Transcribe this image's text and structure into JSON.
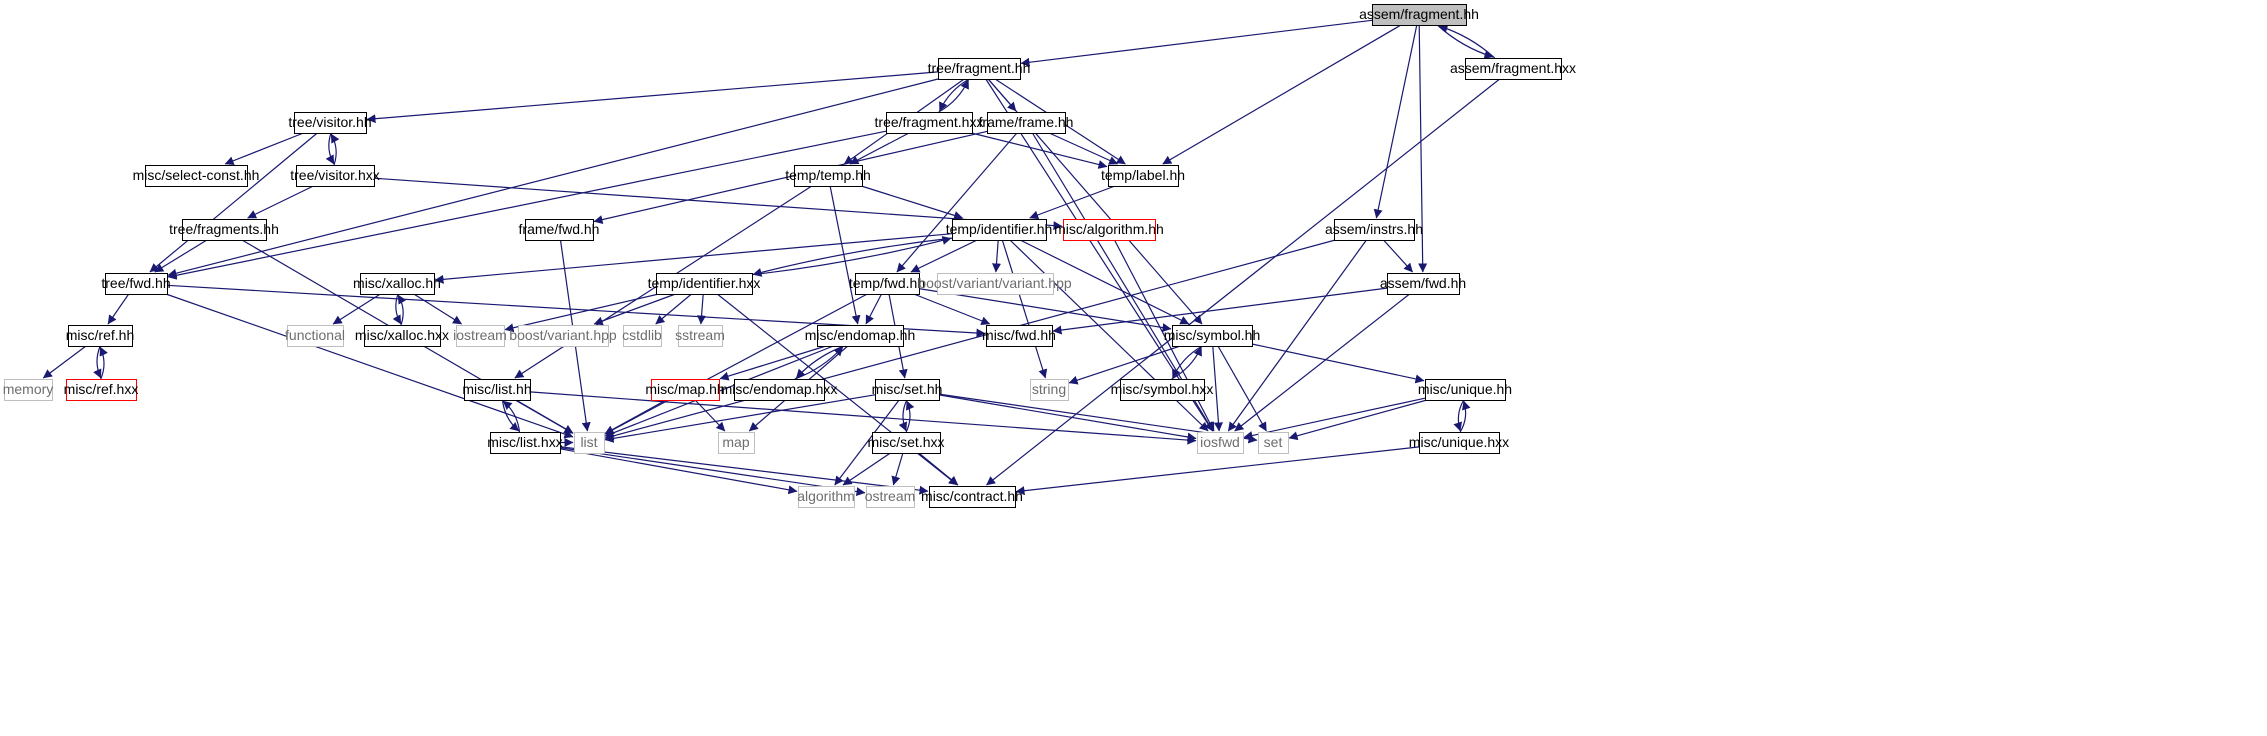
{
  "graph": {
    "colors": {
      "edge": "#191970",
      "node_border": "#000000",
      "node_fill": "#ffffff",
      "root_fill": "#bfbfbf",
      "external_border": "#bfbfbf",
      "external_text": "#6e6e6e",
      "truncated_border": "#ff0000",
      "text": "#000000"
    },
    "nodes": [
      {
        "id": "n_assem_fragment_hh",
        "label": "assem/fragment.hh",
        "kind": "root"
      },
      {
        "id": "n_tree_fragment_hh",
        "label": "tree/fragment.hh",
        "kind": "file"
      },
      {
        "id": "n_assem_fragment_hxx",
        "label": "assem/fragment.hxx",
        "kind": "file"
      },
      {
        "id": "n_tree_visitor_hh",
        "label": "tree/visitor.hh",
        "kind": "file"
      },
      {
        "id": "n_tree_fragment_hxx",
        "label": "tree/fragment.hxx",
        "kind": "file"
      },
      {
        "id": "n_frame_frame_hh",
        "label": "frame/frame.hh",
        "kind": "file"
      },
      {
        "id": "n_misc_select_const_hh",
        "label": "misc/select-const.hh",
        "kind": "file"
      },
      {
        "id": "n_tree_visitor_hxx",
        "label": "tree/visitor.hxx",
        "kind": "file"
      },
      {
        "id": "n_temp_temp_hh",
        "label": "temp/temp.hh",
        "kind": "file"
      },
      {
        "id": "n_temp_label_hh",
        "label": "temp/label.hh",
        "kind": "file"
      },
      {
        "id": "n_tree_fragments_hh",
        "label": "tree/fragments.hh",
        "kind": "file"
      },
      {
        "id": "n_frame_fwd_hh",
        "label": "frame/fwd.hh",
        "kind": "file"
      },
      {
        "id": "n_temp_identifier_hh",
        "label": "temp/identifier.hh",
        "kind": "file"
      },
      {
        "id": "n_misc_algorithm_hh",
        "label": "misc/algorithm.hh",
        "kind": "truncated"
      },
      {
        "id": "n_assem_instrs_hh",
        "label": "assem/instrs.hh",
        "kind": "file"
      },
      {
        "id": "n_tree_fwd_hh",
        "label": "tree/fwd.hh",
        "kind": "file"
      },
      {
        "id": "n_misc_xalloc_hh",
        "label": "misc/xalloc.hh",
        "kind": "file"
      },
      {
        "id": "n_temp_identifier_hxx",
        "label": "temp/identifier.hxx",
        "kind": "file"
      },
      {
        "id": "n_temp_fwd_hh",
        "label": "temp/fwd.hh",
        "kind": "file"
      },
      {
        "id": "n_boost_variant_variant_hpp",
        "label": "boost/variant/variant.hpp",
        "kind": "external"
      },
      {
        "id": "n_assem_fwd_hh",
        "label": "assem/fwd.hh",
        "kind": "file"
      },
      {
        "id": "n_misc_ref_hh",
        "label": "misc/ref.hh",
        "kind": "file"
      },
      {
        "id": "n_functional",
        "label": "functional",
        "kind": "external"
      },
      {
        "id": "n_misc_xalloc_hxx",
        "label": "misc/xalloc.hxx",
        "kind": "file"
      },
      {
        "id": "n_iostream",
        "label": "iostream",
        "kind": "external"
      },
      {
        "id": "n_boost_variant_hpp",
        "label": "boost/variant.hpp",
        "kind": "external"
      },
      {
        "id": "n_cstdlib",
        "label": "cstdlib",
        "kind": "external"
      },
      {
        "id": "n_sstream",
        "label": "sstream",
        "kind": "external"
      },
      {
        "id": "n_misc_fwd_hh",
        "label": "misc/fwd.hh",
        "kind": "file"
      },
      {
        "id": "n_misc_symbol_hh",
        "label": "misc/symbol.hh",
        "kind": "file"
      },
      {
        "id": "n_misc_endomap_hh",
        "label": "misc/endomap.hh",
        "kind": "file"
      },
      {
        "id": "n_memory",
        "label": "memory",
        "kind": "external"
      },
      {
        "id": "n_misc_ref_hxx",
        "label": "misc/ref.hxx",
        "kind": "truncated"
      },
      {
        "id": "n_misc_list_hh",
        "label": "misc/list.hh",
        "kind": "file"
      },
      {
        "id": "n_misc_map_hh",
        "label": "misc/map.hh",
        "kind": "truncated"
      },
      {
        "id": "n_misc_endomap_hxx",
        "label": "misc/endomap.hxx",
        "kind": "file"
      },
      {
        "id": "n_misc_set_hh",
        "label": "misc/set.hh",
        "kind": "file"
      },
      {
        "id": "n_string",
        "label": "string",
        "kind": "external"
      },
      {
        "id": "n_misc_symbol_hxx",
        "label": "misc/symbol.hxx",
        "kind": "file"
      },
      {
        "id": "n_misc_unique_hh",
        "label": "misc/unique.hh",
        "kind": "file"
      },
      {
        "id": "n_list",
        "label": "list",
        "kind": "external"
      },
      {
        "id": "n_map",
        "label": "map",
        "kind": "external"
      },
      {
        "id": "n_iosfwd",
        "label": "iosfwd",
        "kind": "external"
      },
      {
        "id": "n_set",
        "label": "set",
        "kind": "external"
      },
      {
        "id": "n_misc_list_hxx",
        "label": "misc/list.hxx",
        "kind": "file"
      },
      {
        "id": "n_misc_set_hxx",
        "label": "misc/set.hxx",
        "kind": "file"
      },
      {
        "id": "n_misc_unique_hxx",
        "label": "misc/unique.hxx",
        "kind": "file"
      },
      {
        "id": "n_algorithm",
        "label": "algorithm",
        "kind": "external"
      },
      {
        "id": "n_ostream",
        "label": "ostream",
        "kind": "external"
      },
      {
        "id": "n_misc_contract_hh",
        "label": "misc/contract.hh",
        "kind": "file"
      }
    ],
    "edges": [
      [
        "n_assem_fragment_hh",
        "n_tree_fragment_hh"
      ],
      [
        "n_assem_fragment_hh",
        "n_assem_fragment_hxx"
      ],
      [
        "n_assem_fragment_hxx",
        "n_assem_fragment_hh"
      ],
      [
        "n_assem_fragment_hh",
        "n_temp_label_hh"
      ],
      [
        "n_assem_fragment_hh",
        "n_assem_instrs_hh"
      ],
      [
        "n_assem_fragment_hh",
        "n_assem_fwd_hh"
      ],
      [
        "n_assem_fragment_hxx",
        "n_misc_contract_hh"
      ],
      [
        "n_tree_fragment_hh",
        "n_tree_visitor_hh"
      ],
      [
        "n_tree_fragment_hh",
        "n_tree_fragment_hxx"
      ],
      [
        "n_tree_fragment_hxx",
        "n_tree_fragment_hh"
      ],
      [
        "n_tree_fragment_hh",
        "n_frame_frame_hh"
      ],
      [
        "n_tree_fragment_hh",
        "n_temp_temp_hh"
      ],
      [
        "n_tree_fragment_hh",
        "n_temp_label_hh"
      ],
      [
        "n_tree_fragment_hh",
        "n_tree_fwd_hh"
      ],
      [
        "n_tree_fragment_hh",
        "n_misc_symbol_hh"
      ],
      [
        "n_tree_fragment_hh",
        "n_iosfwd"
      ],
      [
        "n_tree_visitor_hh",
        "n_misc_select_const_hh"
      ],
      [
        "n_tree_visitor_hh",
        "n_tree_visitor_hxx"
      ],
      [
        "n_tree_visitor_hxx",
        "n_tree_visitor_hh"
      ],
      [
        "n_tree_visitor_hh",
        "n_tree_fwd_hh"
      ],
      [
        "n_tree_visitor_hxx",
        "n_tree_fragments_hh"
      ],
      [
        "n_tree_visitor_hxx",
        "n_misc_algorithm_hh"
      ],
      [
        "n_tree_fragment_hxx",
        "n_temp_temp_hh"
      ],
      [
        "n_tree_fragment_hxx",
        "n_temp_label_hh"
      ],
      [
        "n_tree_fragment_hxx",
        "n_tree_fwd_hh"
      ],
      [
        "n_frame_frame_hh",
        "n_temp_label_hh"
      ],
      [
        "n_frame_frame_hh",
        "n_frame_fwd_hh"
      ],
      [
        "n_frame_frame_hh",
        "n_temp_fwd_hh"
      ],
      [
        "n_frame_frame_hh",
        "n_iosfwd"
      ],
      [
        "n_temp_temp_hh",
        "n_temp_identifier_hh"
      ],
      [
        "n_temp_temp_hh",
        "n_misc_endomap_hh"
      ],
      [
        "n_temp_temp_hh",
        "n_misc_list_hh"
      ],
      [
        "n_temp_label_hh",
        "n_temp_identifier_hh"
      ],
      [
        "n_tree_fragments_hh",
        "n_tree_fwd_hh"
      ],
      [
        "n_tree_fragments_hh",
        "n_list"
      ],
      [
        "n_frame_fwd_hh",
        "n_list"
      ],
      [
        "n_temp_identifier_hh",
        "n_temp_identifier_hxx"
      ],
      [
        "n_temp_identifier_hxx",
        "n_temp_identifier_hh"
      ],
      [
        "n_temp_identifier_hh",
        "n_misc_xalloc_hh"
      ],
      [
        "n_temp_identifier_hh",
        "n_temp_fwd_hh"
      ],
      [
        "n_temp_identifier_hh",
        "n_boost_variant_variant_hpp"
      ],
      [
        "n_temp_identifier_hh",
        "n_misc_symbol_hh"
      ],
      [
        "n_temp_identifier_hh",
        "n_string"
      ],
      [
        "n_temp_identifier_hh",
        "n_iosfwd"
      ],
      [
        "n_misc_algorithm_hh",
        "n_iosfwd"
      ],
      [
        "n_assem_instrs_hh",
        "n_assem_fwd_hh"
      ],
      [
        "n_assem_instrs_hh",
        "n_list"
      ],
      [
        "n_assem_instrs_hh",
        "n_iosfwd"
      ],
      [
        "n_tree_fwd_hh",
        "n_misc_ref_hh"
      ],
      [
        "n_tree_fwd_hh",
        "n_misc_fwd_hh"
      ],
      [
        "n_tree_fwd_hh",
        "n_list"
      ],
      [
        "n_misc_xalloc_hh",
        "n_functional"
      ],
      [
        "n_misc_xalloc_hh",
        "n_misc_xalloc_hxx"
      ],
      [
        "n_misc_xalloc_hxx",
        "n_misc_xalloc_hh"
      ],
      [
        "n_misc_xalloc_hh",
        "n_iostream"
      ],
      [
        "n_temp_identifier_hxx",
        "n_iostream"
      ],
      [
        "n_temp_identifier_hxx",
        "n_boost_variant_hpp"
      ],
      [
        "n_temp_identifier_hxx",
        "n_cstdlib"
      ],
      [
        "n_temp_identifier_hxx",
        "n_sstream"
      ],
      [
        "n_temp_identifier_hxx",
        "n_misc_contract_hh"
      ],
      [
        "n_temp_fwd_hh",
        "n_misc_fwd_hh"
      ],
      [
        "n_temp_fwd_hh",
        "n_misc_symbol_hh"
      ],
      [
        "n_temp_fwd_hh",
        "n_misc_endomap_hh"
      ],
      [
        "n_temp_fwd_hh",
        "n_misc_set_hh"
      ],
      [
        "n_temp_fwd_hh",
        "n_list"
      ],
      [
        "n_assem_fwd_hh",
        "n_misc_fwd_hh"
      ],
      [
        "n_assem_fwd_hh",
        "n_iosfwd"
      ],
      [
        "n_misc_ref_hh",
        "n_memory"
      ],
      [
        "n_misc_ref_hh",
        "n_misc_ref_hxx"
      ],
      [
        "n_misc_ref_hxx",
        "n_misc_ref_hh"
      ],
      [
        "n_misc_symbol_hh",
        "n_misc_symbol_hxx"
      ],
      [
        "n_misc_symbol_hxx",
        "n_misc_symbol_hh"
      ],
      [
        "n_misc_symbol_hh",
        "n_string"
      ],
      [
        "n_misc_symbol_hh",
        "n_iosfwd"
      ],
      [
        "n_misc_symbol_hh",
        "n_set"
      ],
      [
        "n_misc_symbol_hh",
        "n_misc_unique_hh"
      ],
      [
        "n_misc_endomap_hh",
        "n_misc_map_hh"
      ],
      [
        "n_misc_endomap_hh",
        "n_misc_endomap_hxx"
      ],
      [
        "n_misc_endomap_hxx",
        "n_misc_endomap_hh"
      ],
      [
        "n_misc_endomap_hh",
        "n_list"
      ],
      [
        "n_misc_endomap_hh",
        "n_map"
      ],
      [
        "n_misc_list_hh",
        "n_misc_list_hxx"
      ],
      [
        "n_misc_list_hxx",
        "n_misc_list_hh"
      ],
      [
        "n_misc_list_hh",
        "n_list"
      ],
      [
        "n_misc_list_hh",
        "n_iosfwd"
      ],
      [
        "n_misc_map_hh",
        "n_list"
      ],
      [
        "n_misc_map_hh",
        "n_map"
      ],
      [
        "n_misc_set_hh",
        "n_misc_set_hxx"
      ],
      [
        "n_misc_set_hxx",
        "n_misc_set_hh"
      ],
      [
        "n_misc_set_hh",
        "n_list"
      ],
      [
        "n_misc_set_hh",
        "n_iosfwd"
      ],
      [
        "n_misc_set_hh",
        "n_set"
      ],
      [
        "n_misc_set_hh",
        "n_algorithm"
      ],
      [
        "n_misc_unique_hh",
        "n_misc_unique_hxx"
      ],
      [
        "n_misc_unique_hxx",
        "n_misc_unique_hh"
      ],
      [
        "n_misc_unique_hh",
        "n_iosfwd"
      ],
      [
        "n_misc_unique_hh",
        "n_set"
      ],
      [
        "n_misc_unique_hxx",
        "n_misc_contract_hh"
      ],
      [
        "n_misc_list_hxx",
        "n_list"
      ],
      [
        "n_misc_list_hxx",
        "n_algorithm"
      ],
      [
        "n_misc_list_hxx",
        "n_ostream"
      ],
      [
        "n_misc_list_hxx",
        "n_misc_contract_hh"
      ],
      [
        "n_misc_set_hxx",
        "n_algorithm"
      ],
      [
        "n_misc_set_hxx",
        "n_ostream"
      ],
      [
        "n_misc_set_hxx",
        "n_misc_contract_hh"
      ]
    ]
  }
}
